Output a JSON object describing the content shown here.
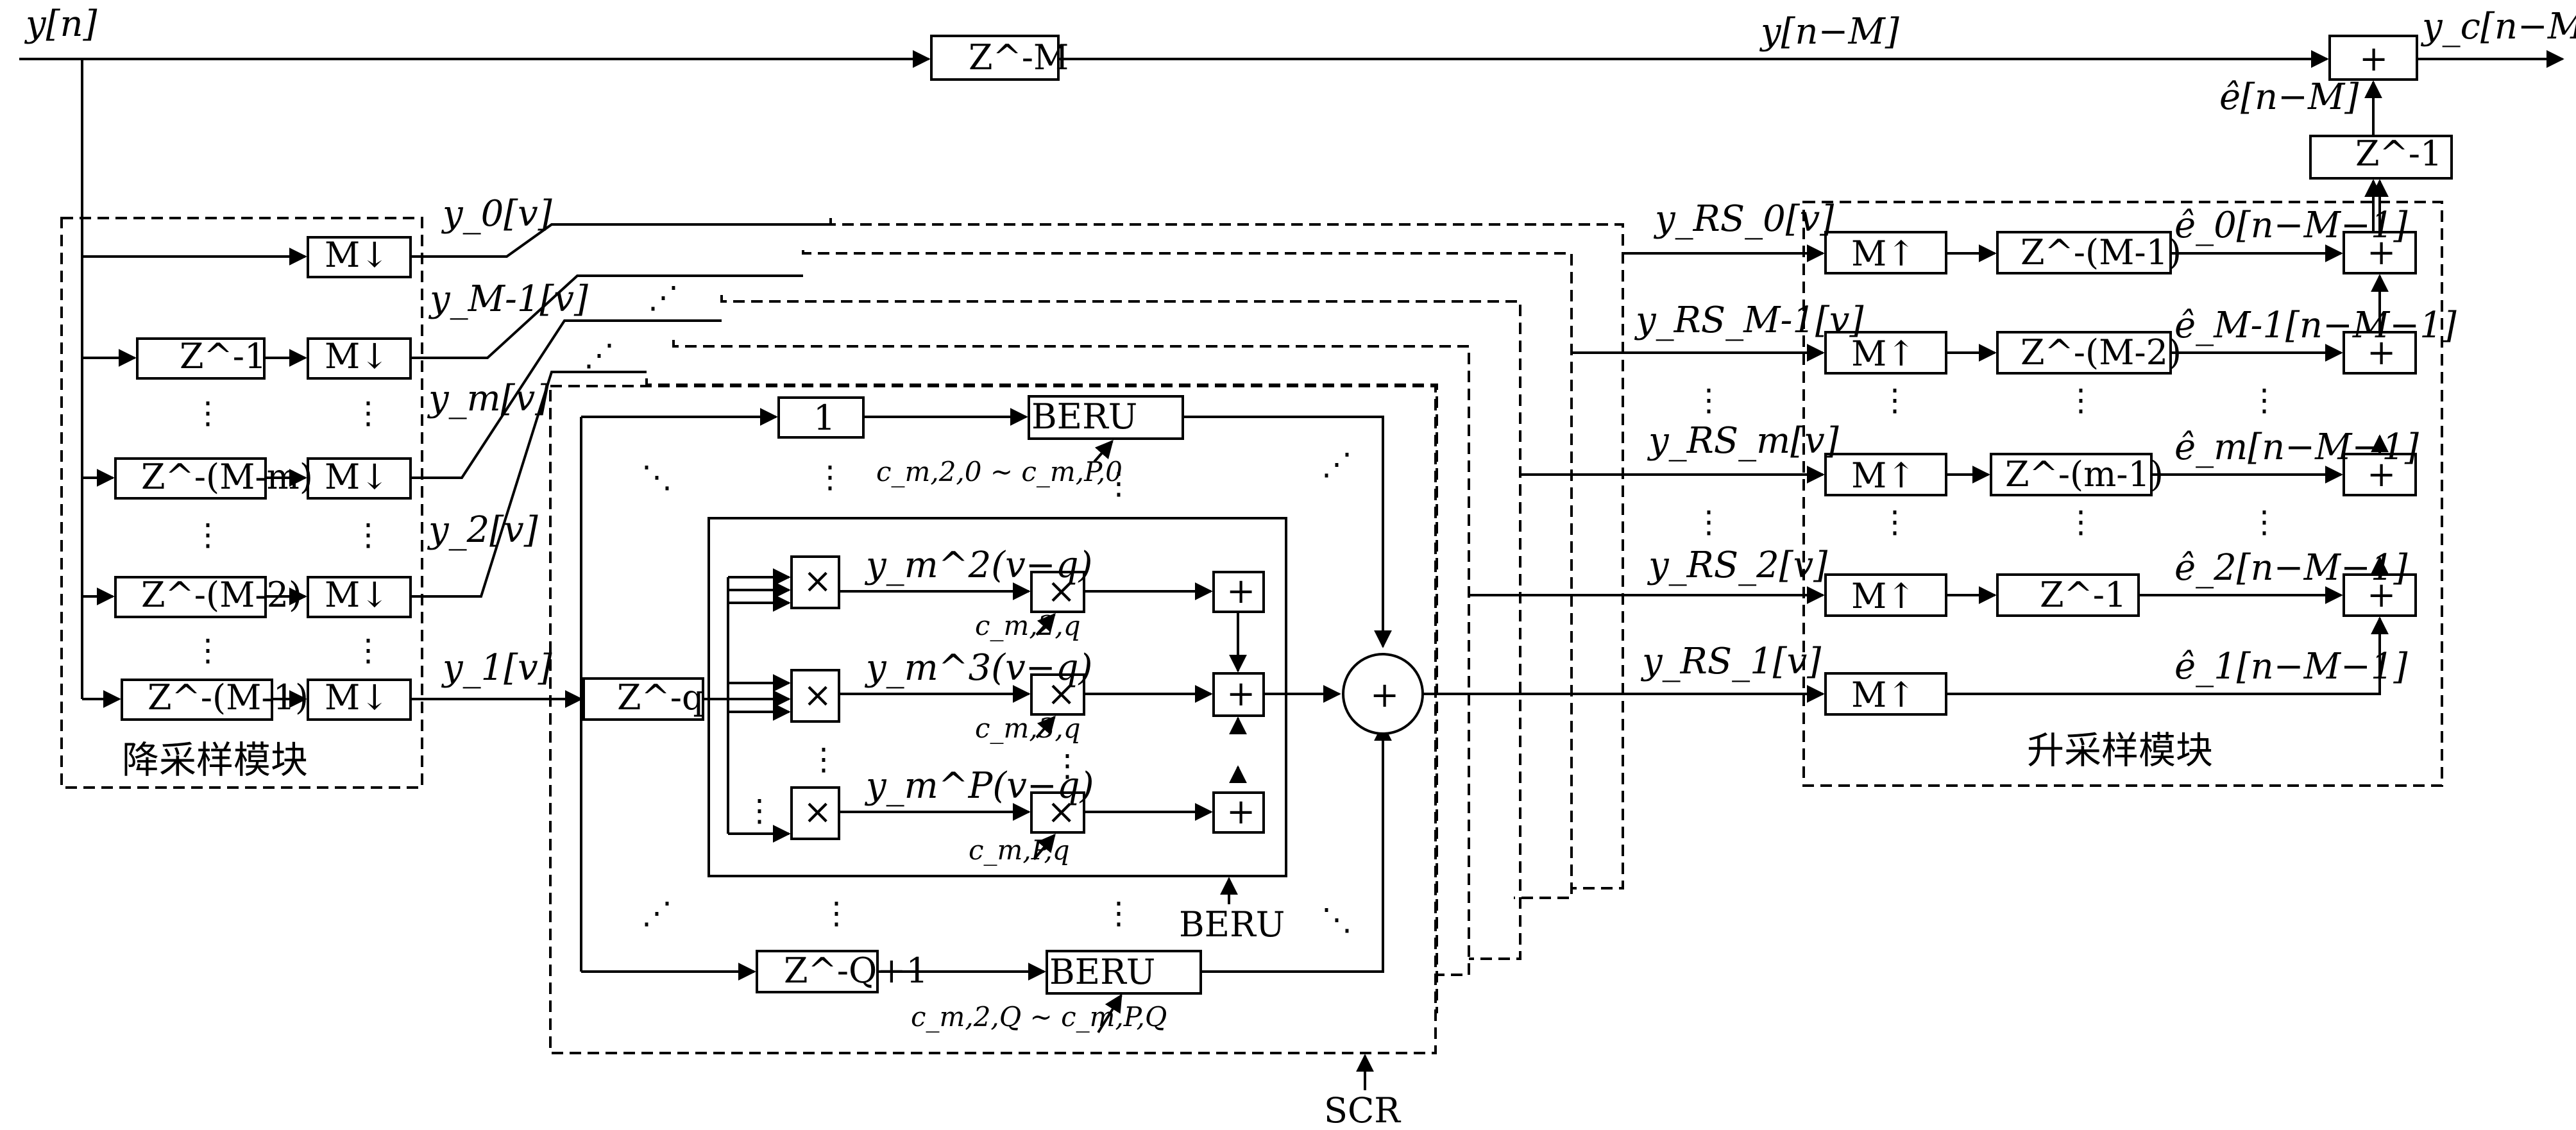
{
  "input": {
    "y_n": "y[n]"
  },
  "delay_M": "Z^-M",
  "y_n_minus_M": "y[n−M]",
  "output": "y_c[n−M]",
  "ehat_n_minus_M": "ê[n−M]",
  "z_minus_1": "Z^-1",
  "downsample": {
    "title": "降采样模块",
    "delays": [
      "Z^-1",
      "Z^-(M-m)",
      "Z^-(M-2)",
      "Z^-(M-1)"
    ],
    "decimator": "M↓",
    "outputs": [
      "y_0[v]",
      "y_M-1[v]",
      "y_m[v]",
      "y_2[v]",
      "y_1[v]"
    ]
  },
  "core": {
    "delay_q": "Z^-q",
    "one": "1",
    "beru": "BERU",
    "zq1": "Z^-Q+1",
    "coef_top": "c_m,2,0 ~ c_m,P,0",
    "coef_bottom": "c_m,2,Q ~ c_m,P,Q",
    "powers": [
      "y_m^2(v−q)",
      "y_m^3(v−q)",
      "y_m^P(v−q)"
    ],
    "coefs": [
      "c_m,2,q",
      "c_m,3,q",
      "c_m,P,q"
    ],
    "mult": "×",
    "add": "+",
    "beru_in": "BERU",
    "scr": "SCR"
  },
  "upsample": {
    "title": "升采样模块",
    "inputs": [
      "y_RS_0[v]",
      "y_RS_M-1[v]",
      "y_RS_m[v]",
      "y_RS_2[v]",
      "y_RS_1[v]"
    ],
    "interpolator": "M↑",
    "delays": [
      "Z^-(M-1)",
      "Z^-(M-2)",
      "Z^-(m-1)",
      "Z^-1"
    ],
    "errors": [
      "ê_0[n−M−1]",
      "ê_M-1[n−M−1]",
      "ê_m[n−M−1]",
      "ê_2[n−M−1]",
      "ê_1[n−M−1]"
    ]
  }
}
